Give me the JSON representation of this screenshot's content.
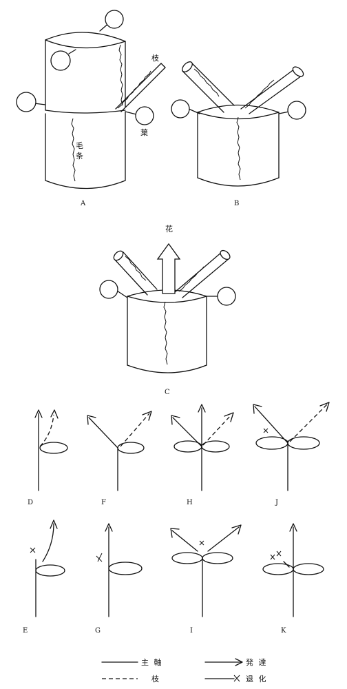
{
  "figure": {
    "panels": {
      "A": "A",
      "B": "B",
      "C": "C",
      "D": "D",
      "E": "E",
      "F": "F",
      "G": "G",
      "H": "H",
      "I": "I",
      "J": "J",
      "K": "K"
    },
    "annotations": {
      "branch": "枝",
      "leaf_scar": "葉",
      "hair_1": "毛",
      "hair_2": "条",
      "flower": "花"
    },
    "legend": {
      "main_axis": "主 軸",
      "branch": "枝",
      "develop": "発 達",
      "degenerate": "退 化"
    }
  }
}
